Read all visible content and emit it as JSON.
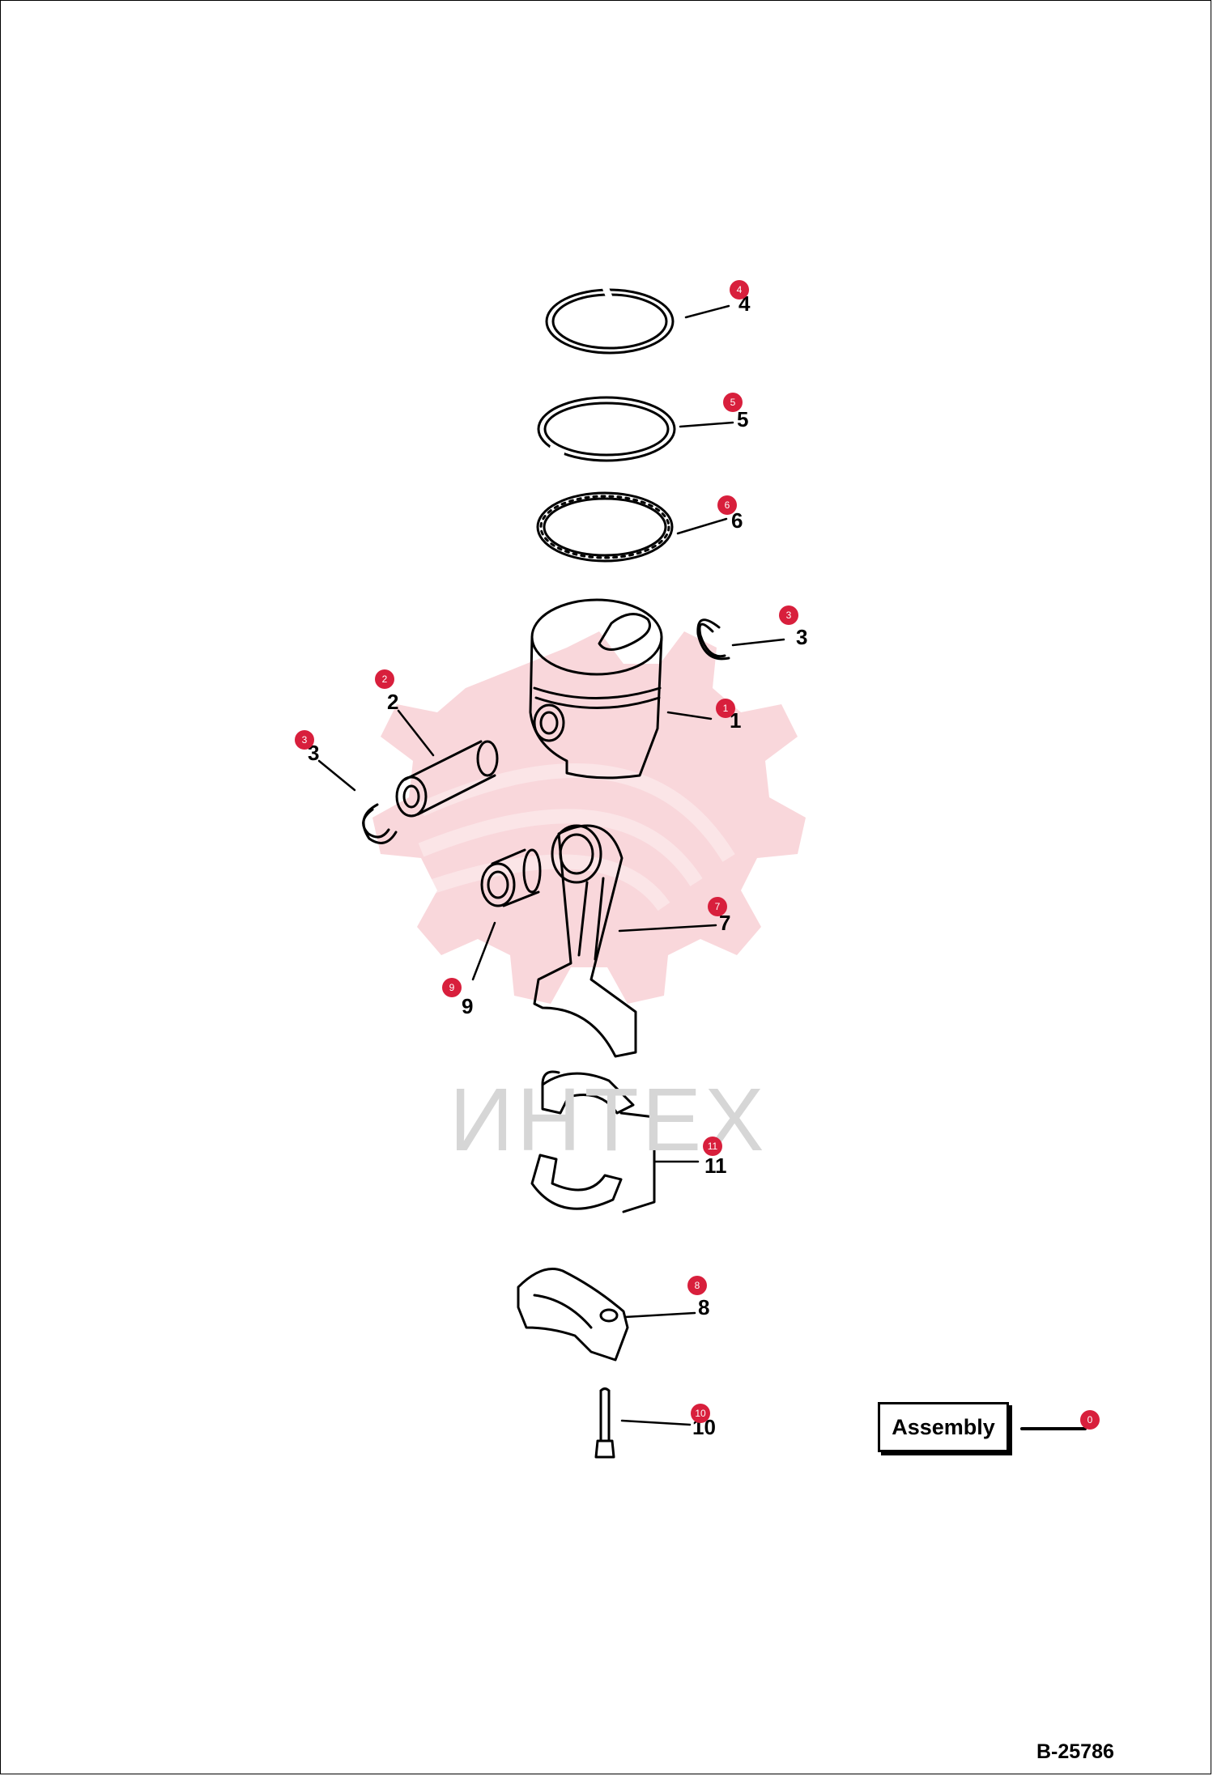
{
  "watermark": {
    "text": "ИНТЕХ",
    "color": "#f2b8bd"
  },
  "figure_code": "B-25786",
  "assembly": {
    "label": "Assembly",
    "callout": "0"
  },
  "callout_color": "#d81f3c",
  "parts": [
    {
      "callout": "4",
      "label": "4"
    },
    {
      "callout": "5",
      "label": "5"
    },
    {
      "callout": "6",
      "label": "6"
    },
    {
      "callout": "3",
      "label": "3"
    },
    {
      "callout": "1",
      "label": "1"
    },
    {
      "callout": "2",
      "label": "2"
    },
    {
      "callout": "3",
      "label": "3"
    },
    {
      "callout": "7",
      "label": "7"
    },
    {
      "callout": "9",
      "label": "9"
    },
    {
      "callout": "11",
      "label": "11"
    },
    {
      "callout": "8",
      "label": "8"
    },
    {
      "callout": "10",
      "label": "10"
    }
  ]
}
